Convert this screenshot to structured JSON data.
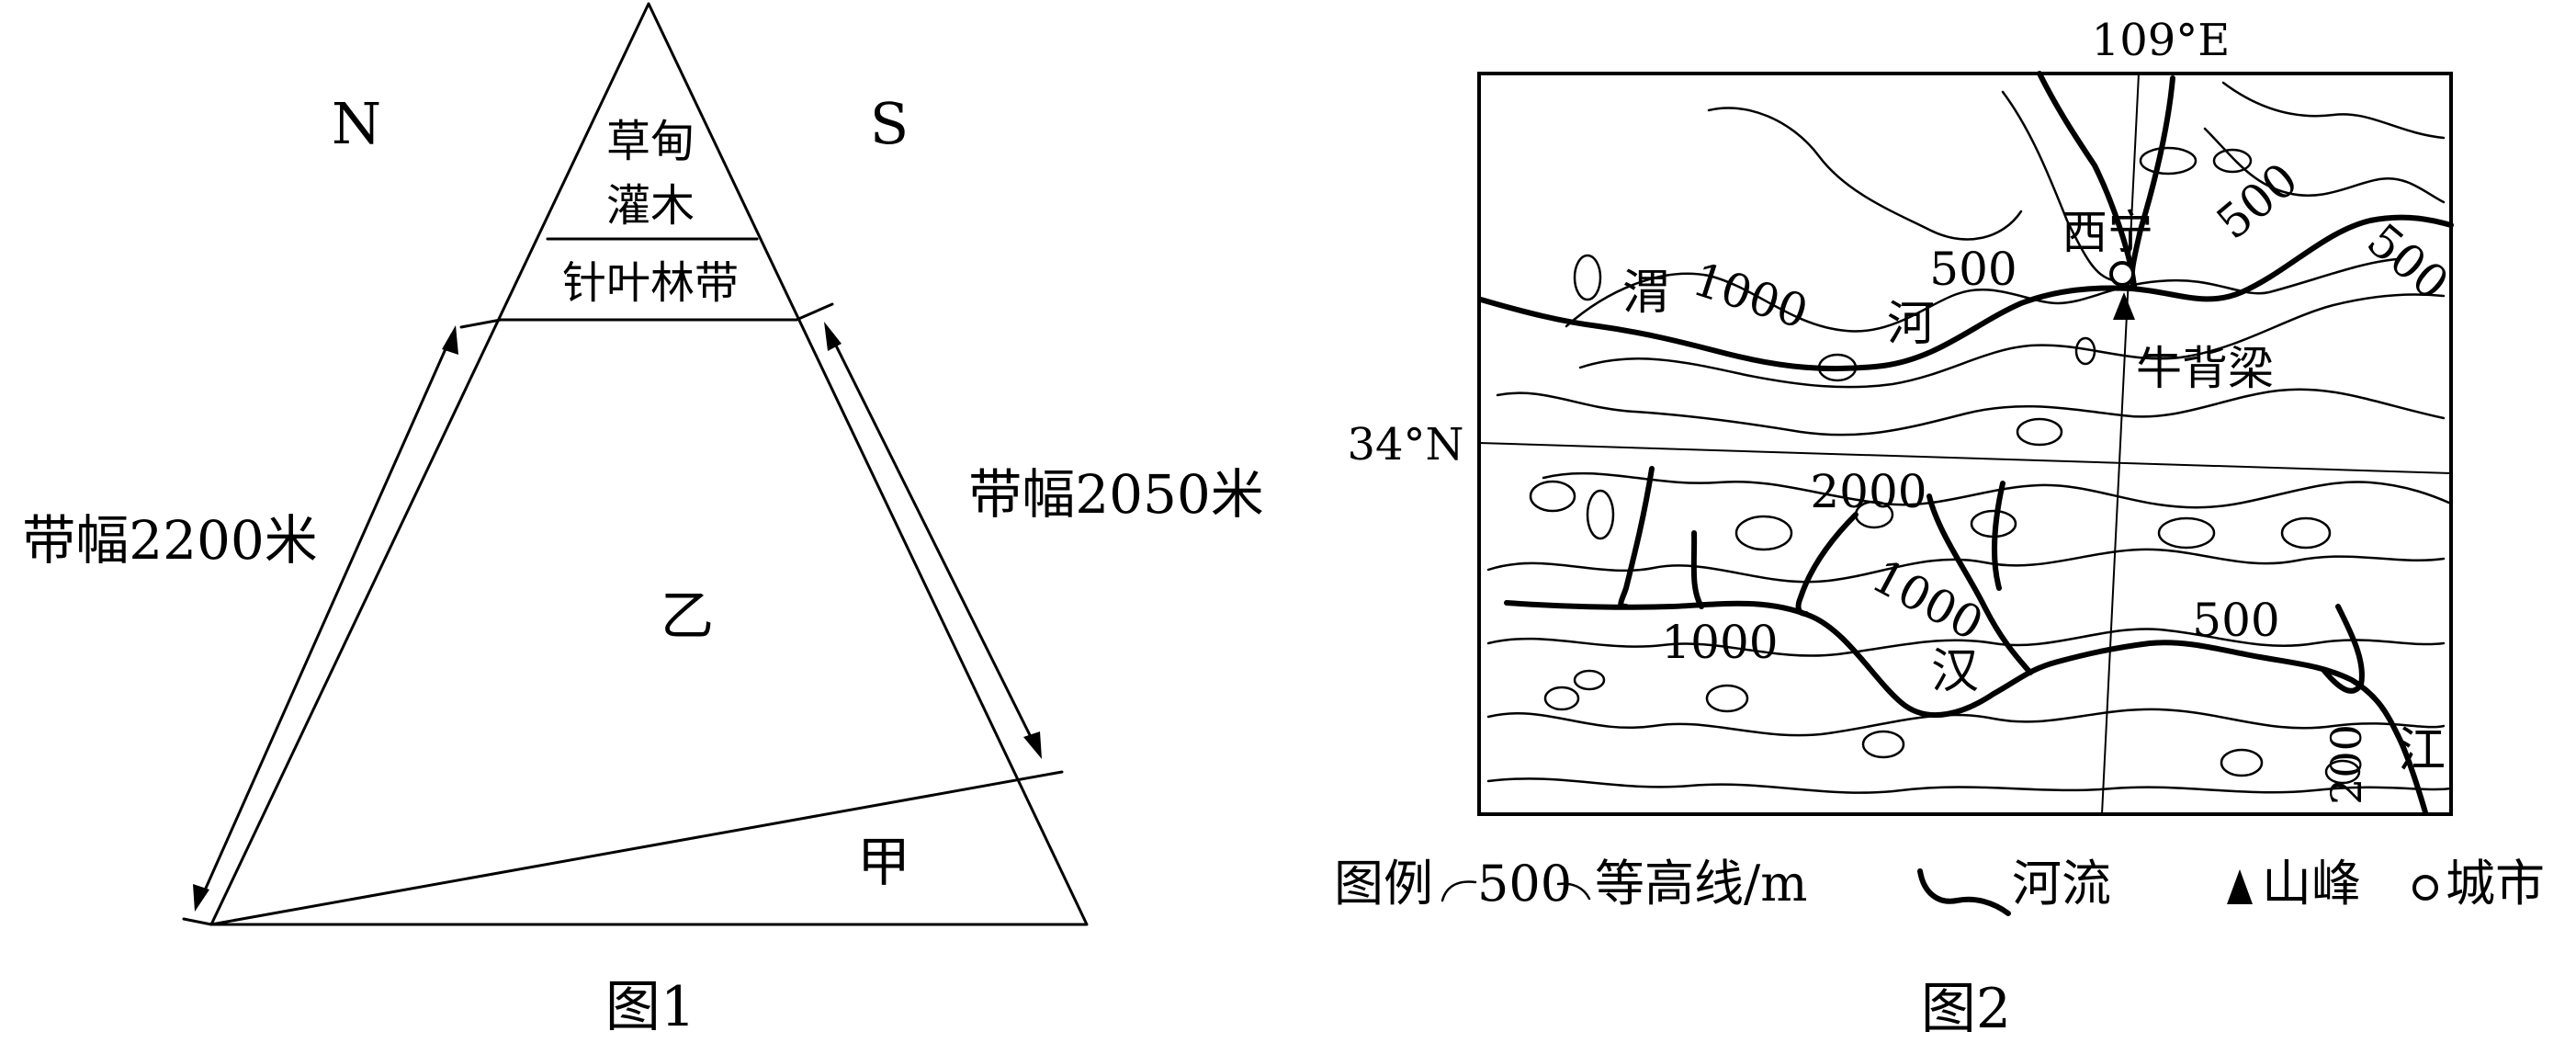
{
  "figure1": {
    "caption": "图1",
    "north_label": "N",
    "south_label": "S",
    "zone_top_line1": "草甸",
    "zone_top_line2": "灌木",
    "zone_conifer": "针叶林带",
    "zone_yi": "乙",
    "zone_jia": "甲",
    "north_width_label": "带幅2200米",
    "south_width_label": "带幅2050米"
  },
  "figure2": {
    "caption": "图2",
    "longitude_label": "109°E",
    "latitude_label": "34°N",
    "city_xining": "西宁",
    "peak_niubeiliang": "牛背梁",
    "river_wei_char": "渭",
    "river_he_char": "河",
    "river_han_char": "汉",
    "river_jiang_char": "江",
    "contour_labels": {
      "c500_wei": "500",
      "c500_ne": "500",
      "c500_e": "500",
      "c500_han": "500",
      "c1000_wei": "1000",
      "c2000": "2000",
      "c1000_mid": "1000",
      "c1000_sw": "1000",
      "c200": "200"
    },
    "legend": {
      "title": "图例",
      "contour_value": "500",
      "contour_label": "等高线/m",
      "river_label": "河流",
      "peak_label": "山峰",
      "city_label": "城市"
    }
  }
}
